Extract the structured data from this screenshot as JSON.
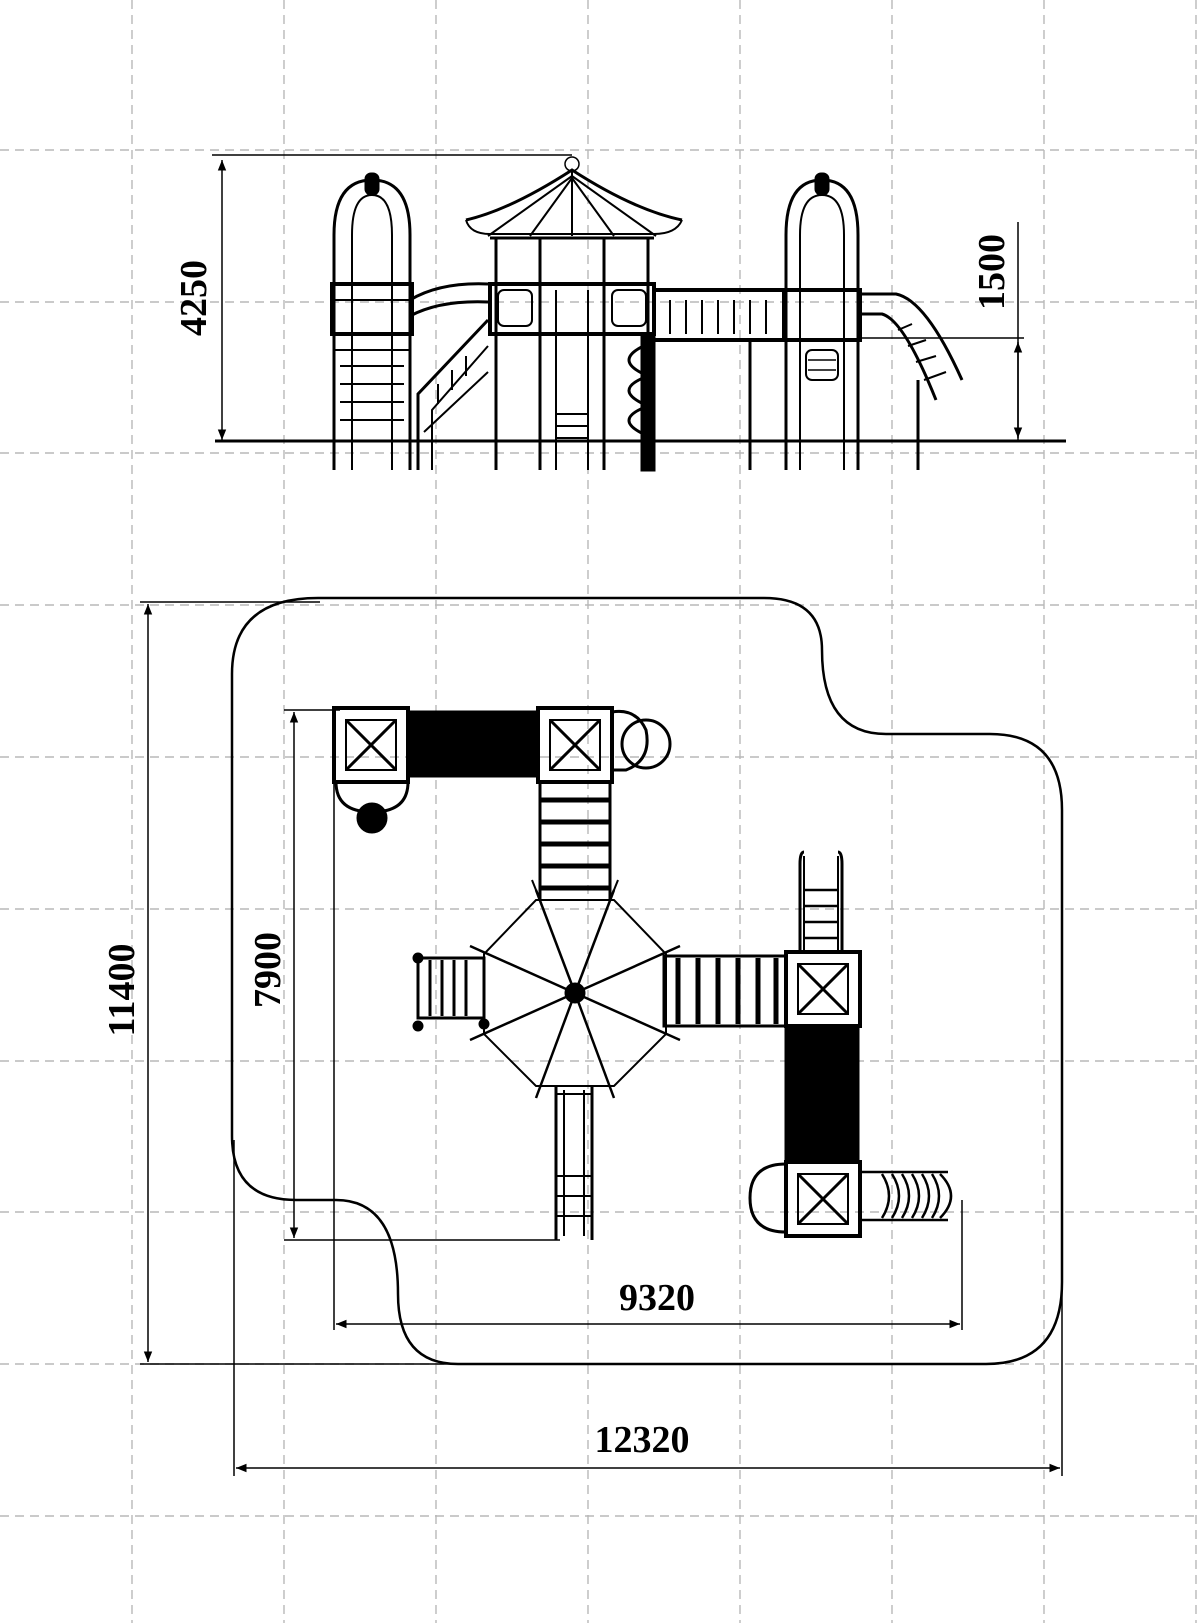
{
  "dimensions": {
    "height_total": "4250",
    "platform_height": "1500",
    "plan_depth_outer": "11400",
    "plan_depth_inner": "7900",
    "plan_width_inner": "9320",
    "plan_width_outer": "12320"
  },
  "colors": {
    "line": "#000000",
    "grid": "#b8b8b8",
    "background": "#ffffff"
  }
}
